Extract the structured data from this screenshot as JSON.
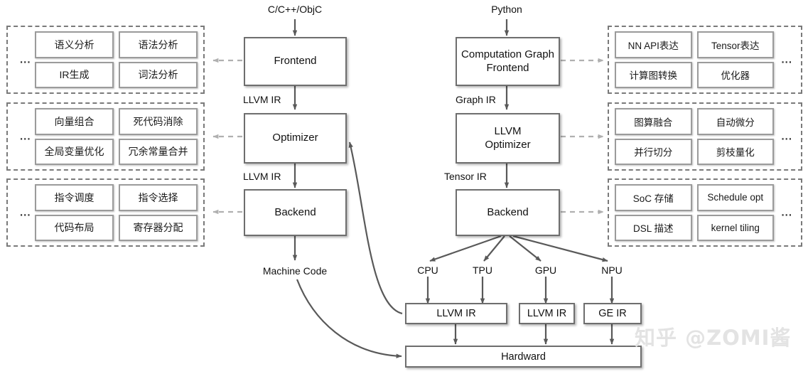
{
  "left_groups": [
    {
      "name": "frontend-passes",
      "ellipsis": "...",
      "cells": [
        [
          "语义分析",
          "IR生成"
        ],
        [
          "语法分析",
          "词法分析"
        ]
      ]
    },
    {
      "name": "optimizer-passes",
      "ellipsis": "...",
      "cells": [
        [
          "向量组合",
          "全局变量优化"
        ],
        [
          "死代码消除",
          "冗余常量合并"
        ]
      ]
    },
    {
      "name": "backend-passes",
      "ellipsis": "...",
      "cells": [
        [
          "指令调度",
          "代码布局"
        ],
        [
          "指令选择",
          "寄存器分配"
        ]
      ]
    }
  ],
  "right_groups": [
    {
      "name": "graph-frontend-features",
      "ellipsis": "...",
      "cells": [
        [
          "NN API表达",
          "计算图转换"
        ],
        [
          "Tensor表达",
          "优化器"
        ]
      ]
    },
    {
      "name": "graph-optimizer-features",
      "ellipsis": "...",
      "cells": [
        [
          "图算融合",
          "并行切分"
        ],
        [
          "自动微分",
          "剪枝量化"
        ]
      ]
    },
    {
      "name": "tensor-backend-features",
      "ellipsis": "...",
      "cells": [
        [
          "SoC 存储",
          "DSL 描述"
        ],
        [
          "Schedule opt",
          "kernel tiling"
        ]
      ]
    }
  ],
  "llvm_pipeline": {
    "source_label": "C/C++/ObjC",
    "frontend": "Frontend",
    "ir_1": "LLVM IR",
    "optimizer": "Optimizer",
    "ir_2": "LLVM IR",
    "backend": "Backend",
    "output_label": "Machine Code"
  },
  "ai_pipeline": {
    "source_label": "Python",
    "frontend_line1": "Computation Graph",
    "frontend_line2": "Frontend",
    "ir_1": "Graph IR",
    "optimizer_line1": "LLVM",
    "optimizer_line2": "Optimizer",
    "ir_2": "Tensor IR",
    "backend": "Backend"
  },
  "targets": [
    "CPU",
    "TPU",
    "GPU",
    "NPU"
  ],
  "ir_boxes": [
    {
      "label": "LLVM IR"
    },
    {
      "label": "LLVM IR"
    },
    {
      "label": "GE IR"
    }
  ],
  "hardware": "Hardward",
  "watermark": "知乎 @ZOMI酱",
  "colors": {
    "box_border": "#6e6e6e",
    "cell_border": "#9b9b9b",
    "dashed_border": "#7a7a7a",
    "arrow": "#595959",
    "dashed_arrow": "#b0b0b0",
    "text": "#111111",
    "watermark": "#e3e3e3",
    "background": "#ffffff"
  }
}
